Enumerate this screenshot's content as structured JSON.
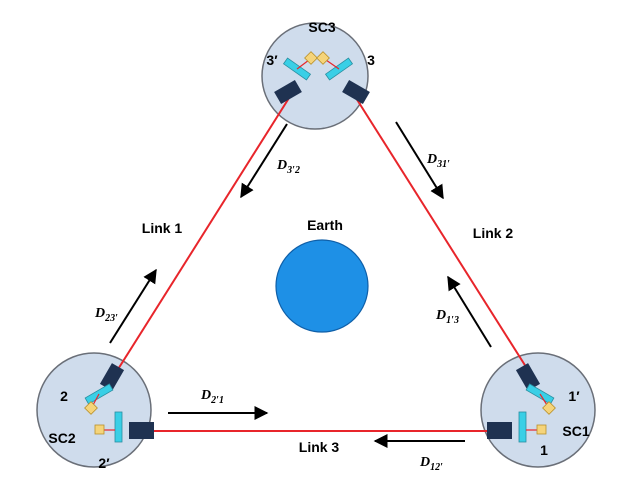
{
  "title": "",
  "center": {
    "label": "Earth"
  },
  "spacecraft": [
    {
      "name": "SC1",
      "port_a": "1′",
      "port_b": "1"
    },
    {
      "name": "SC2",
      "port_a": "2",
      "port_b": "2′"
    },
    {
      "name": "SC3",
      "port_a": "3′",
      "port_b": "3"
    }
  ],
  "links": [
    {
      "label": "Link 1"
    },
    {
      "label": "Link 2"
    },
    {
      "label": "Link 3"
    }
  ],
  "delays": [
    {
      "main": "D",
      "sub": "3′2"
    },
    {
      "main": "D",
      "sub": "31′"
    },
    {
      "main": "D",
      "sub": "23′"
    },
    {
      "main": "D",
      "sub": "1′3"
    },
    {
      "main": "D",
      "sub": "2′1"
    },
    {
      "main": "D",
      "sub": "12′"
    }
  ],
  "colors": {
    "link": "#e8252b",
    "spacecraft_fill": "#cfdcec",
    "spacecraft_stroke": "#6a6f78",
    "mirror": "#39cfe6",
    "telescope": "#1f3251",
    "laser": "#f5d47a",
    "earth": "#1e90e6",
    "earth_stroke": "#0f5fa8"
  }
}
